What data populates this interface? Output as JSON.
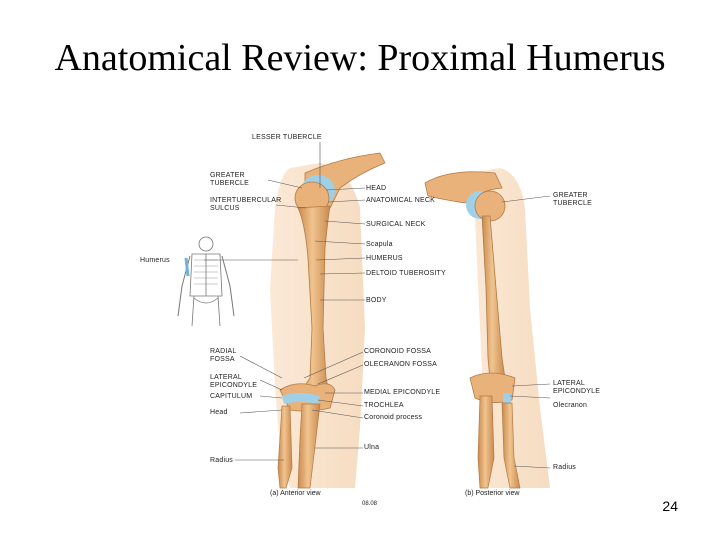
{
  "slide": {
    "title": "Anatomical Review: Proximal Humerus",
    "page_number": "24"
  },
  "figure": {
    "labels": {
      "lesser_tubercle": "LESSER TUBERCLE",
      "greater_tubercle_left": "GREATER\nTUBERCLE",
      "intertubercular_sulcus": "INTERTUBERCULAR\nSULCUS",
      "head": "HEAD",
      "anatomical_neck": "ANATOMICAL NECK",
      "surgical_neck": "SURGICAL NECK",
      "scapula": "Scapula",
      "humerus": "HUMERUS",
      "deltoid_tuberosity": "DELTOID TUBEROSITY",
      "body": "BODY",
      "humerus_inset": "Humerus",
      "greater_tubercle_right": "GREATER\nTUBERCLE",
      "radial_fossa": "RADIAL\nFOSSA",
      "coronoid_fossa": "CORONOID FOSSA",
      "olecranon_fossa": "OLECRANON FOSSA",
      "lateral_epicondyle_left": "LATERAL\nEPICONDYLE",
      "capitulum": "CAPITULUM",
      "head_radius": "Head",
      "medial_epicondyle": "MEDIAL EPICONDYLE",
      "trochlea": "TROCHLEA",
      "coronoid_process": "Coronoid process",
      "lateral_epicondyle_right": "LATERAL\nEPICONDYLE",
      "olecranon": "Olecranon",
      "ulna": "Ulna",
      "radius_left": "Radius",
      "radius_right": "Radius"
    },
    "captions": {
      "anterior": "(a) Anterior view",
      "code": "08.08",
      "posterior": "(b) Posterior view"
    },
    "colors": {
      "bone": "#e8b27a",
      "bone_dark": "#c98a4e",
      "cartilage": "#9fd0e8",
      "line": "#555555"
    }
  }
}
